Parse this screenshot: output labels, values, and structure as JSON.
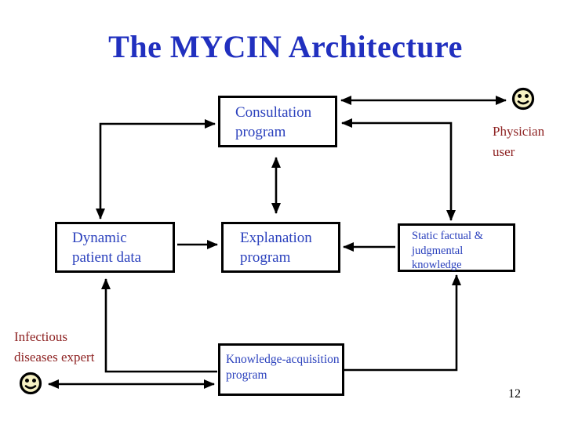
{
  "title": "The MYCIN Architecture",
  "page_number": "12",
  "colors": {
    "title_blue": "#2130bf",
    "box_text_blue": "#2b41bd",
    "label_red": "#8e2323",
    "smiley_fill": "#f6f1c3",
    "line_black": "#000000",
    "bg": "#ffffff"
  },
  "boxes": {
    "consultation": {
      "label": "Consultation\nprogram"
    },
    "dynamic": {
      "label": "Dynamic\npatient data"
    },
    "explanation": {
      "label": "Explanation\nprogram"
    },
    "static_knowledge": {
      "label": "Static factual &\njudgmental\nknowledge"
    },
    "knowledge_acquisition": {
      "label": "Knowledge-acquisition\nprogram"
    }
  },
  "labels": {
    "physician": "Physician\nuser",
    "expert": "Infectious\ndiseases expert"
  },
  "icons": {
    "physician": "smiley-face",
    "expert": "smiley-face"
  },
  "connections": [
    {
      "from": "consultation-program",
      "to": "physician-user",
      "type": "bidirectional"
    },
    {
      "from": "consultation-program",
      "to": "static-factual-judgmental-knowledge",
      "type": "bidirectional"
    },
    {
      "from": "consultation-program",
      "to": "dynamic-patient-data",
      "type": "bidirectional"
    },
    {
      "from": "consultation-program",
      "to": "explanation-program",
      "type": "bidirectional"
    },
    {
      "from": "dynamic-patient-data",
      "to": "explanation-program",
      "type": "one-way"
    },
    {
      "from": "static-factual-judgmental-knowledge",
      "to": "explanation-program",
      "type": "one-way"
    },
    {
      "from": "knowledge-acquisition-program",
      "to": "dynamic-patient-data",
      "type": "one-way"
    },
    {
      "from": "knowledge-acquisition-program",
      "to": "static-factual-judgmental-knowledge",
      "type": "one-way"
    },
    {
      "from": "knowledge-acquisition-program",
      "to": "infectious-diseases-expert",
      "type": "bidirectional"
    }
  ]
}
